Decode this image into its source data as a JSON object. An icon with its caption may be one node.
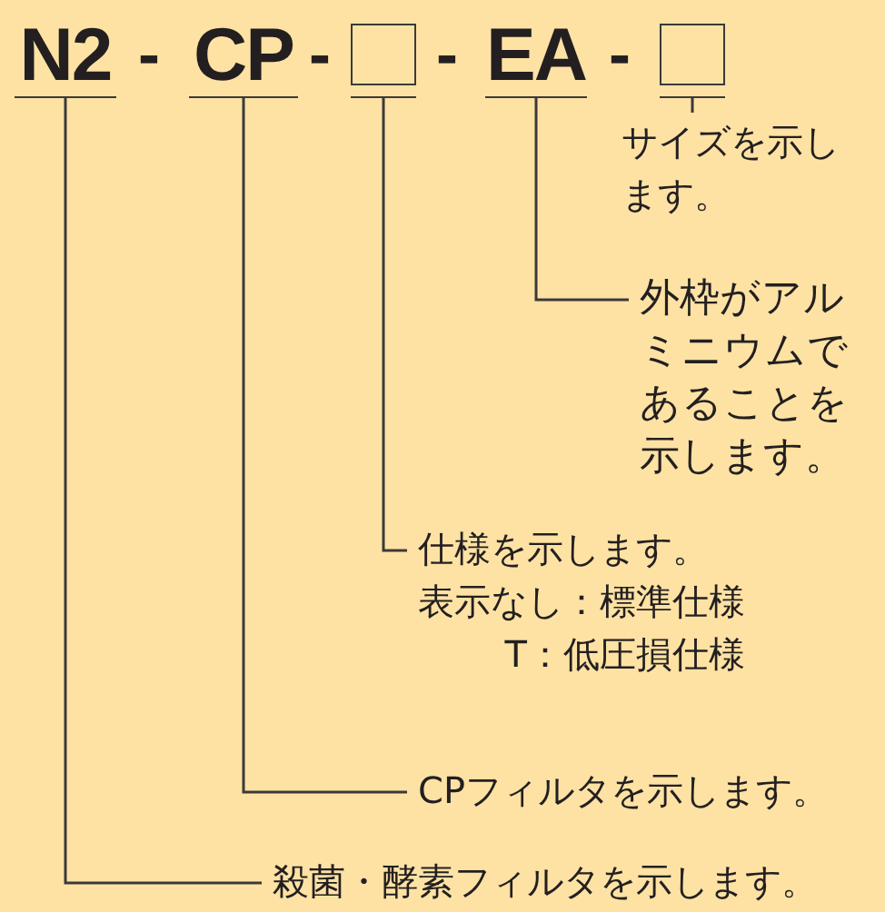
{
  "diagram": {
    "nodes": [
      {
        "text": [
          "N2"
        ]
      },
      {
        "text": [
          "CP"
        ]
      },
      {
        "text": [],
        "shape": "box"
      },
      {
        "text": [
          "EA"
        ]
      },
      {
        "text": [],
        "shape": "box"
      },
      {
        "text": [
          "サイズを示します。"
        ]
      },
      {
        "text": [
          "外枠がアルミニウムであることを示します。"
        ]
      },
      {
        "text": [
          "仕様を示します。",
          "表示なし：標準仕様",
          "T：低圧損仕様"
        ]
      },
      {
        "text": [
          "CPフィルタを示します。"
        ]
      },
      {
        "text": [
          "殺菌・酵素フィルタを示します。"
        ]
      }
    ],
    "edges": [
      {
        "from": 4,
        "to": 5,
        "arrow": "none"
      },
      {
        "from": 3,
        "to": 6,
        "arrow": "none"
      },
      {
        "from": 2,
        "to": 7,
        "arrow": "none"
      },
      {
        "from": 1,
        "to": 8,
        "arrow": "none"
      },
      {
        "from": 0,
        "to": 9,
        "arrow": "none"
      }
    ],
    "labels": [
      "-",
      "-",
      "-",
      "-"
    ]
  }
}
